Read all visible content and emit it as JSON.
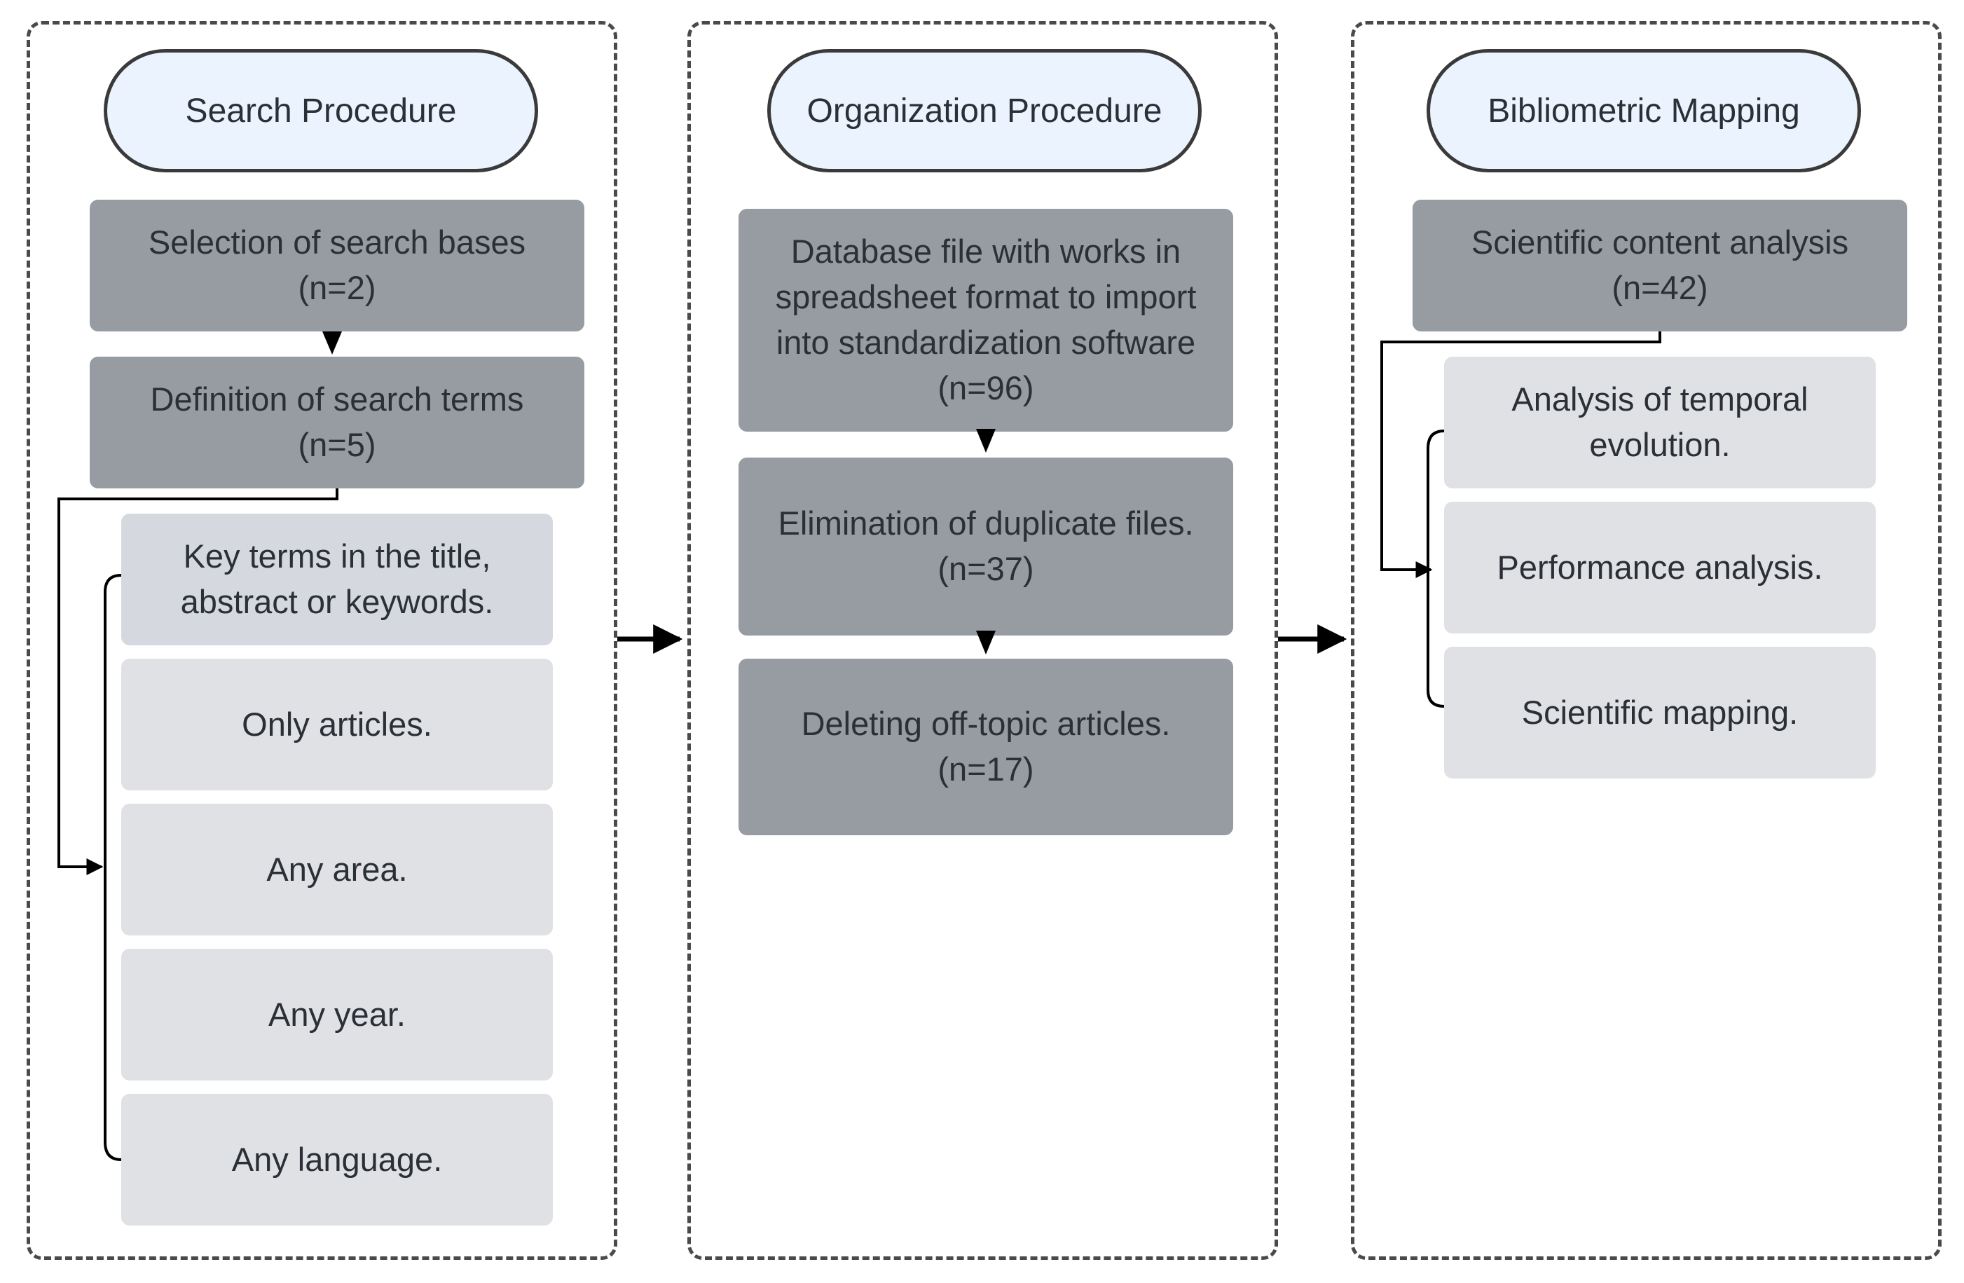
{
  "panels": {
    "search": {
      "title": "Search Procedure",
      "steps": [
        {
          "text": "Selection of search bases",
          "count": "(n=2)"
        },
        {
          "text": "Definition of search terms",
          "count": "(n=5)"
        }
      ],
      "criteria": [
        "Key terms in the title, abstract or keywords.",
        "Only articles.",
        "Any area.",
        "Any year.",
        "Any language."
      ]
    },
    "organization": {
      "title": "Organization Procedure",
      "steps": [
        {
          "text": "Database file with works in spreadsheet format to import into standardization software",
          "count": "(n=96)"
        },
        {
          "text": "Elimination of duplicate files.",
          "count": "(n=37)"
        },
        {
          "text": "Deleting off-topic articles.",
          "count": "(n=17)"
        }
      ]
    },
    "mapping": {
      "title": "Bibliometric Mapping",
      "steps": [
        {
          "text": "Scientific content analysis",
          "count": "(n=42)"
        }
      ],
      "analyses": [
        "Analysis of temporal evolution.",
        "Performance analysis.",
        "Scientific mapping."
      ]
    }
  },
  "colors": {
    "process_box": "#979ba2",
    "criteria_box": "#dfe1e5",
    "highlight_criteria_box": "#d5d9df",
    "header_fill": "#ebf4fe",
    "connector": "#000000"
  }
}
